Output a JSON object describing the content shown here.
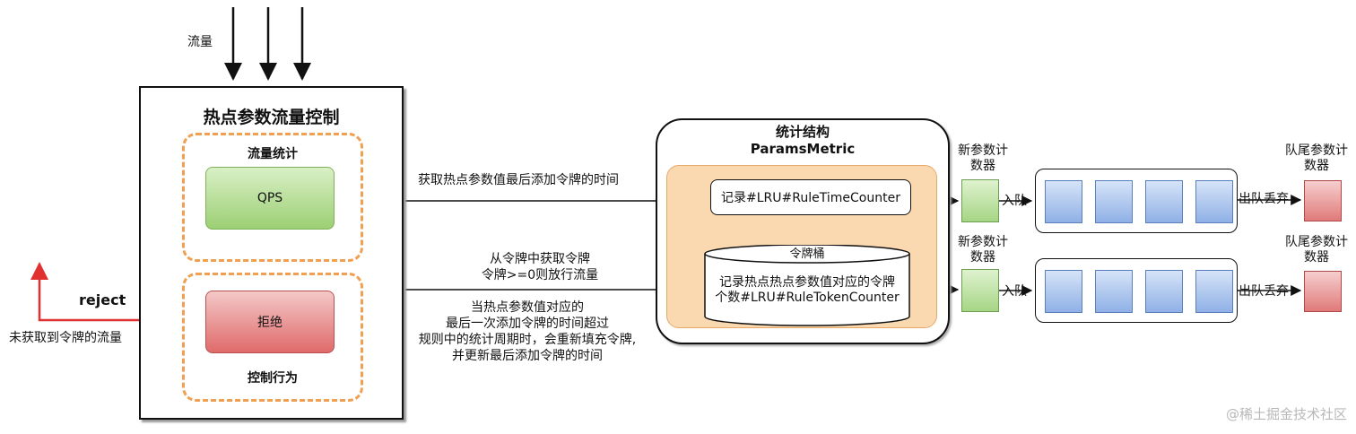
{
  "traffic_label": "流量",
  "control": {
    "title": "热点参数流量控制",
    "stats_group_title": "流量统计",
    "qps_label": "QPS",
    "reject_box_label": "拒绝",
    "behavior_group_title": "控制行为"
  },
  "reject_label": "reject",
  "unobtained_label": "未获取到令牌的流量",
  "arrow_labels": {
    "top": "获取热点参数值最后添加令牌的时间",
    "middle": [
      "从令牌中获取令牌",
      "令牌>=0则放行流量"
    ],
    "bottom": [
      "当热点参数值对应的",
      "最后一次添加令牌的时间超过",
      "规则中的统计周期时，会重新填充令牌,",
      "并更新最后添加令牌的时间"
    ]
  },
  "stats": {
    "title": "统计结构",
    "subtitle": "ParamsMetric",
    "time_counter": "记录#LRU#RuleTimeCounter",
    "bucket_label": "令牌桶",
    "token_counter": [
      "记录热点热点参数值对应的令牌",
      "个数#LRU#RuleTokenCounter"
    ]
  },
  "queue_rows": [
    {
      "new_counter": [
        "新参数计",
        "数器"
      ],
      "enqueue": "入队",
      "dequeue": "出队丢弃",
      "tail_counter": [
        "队尾参数计",
        "数器"
      ]
    },
    {
      "new_counter": [
        "新参数计",
        "数器"
      ],
      "enqueue": "入队",
      "dequeue": "出队丢弃",
      "tail_counter": [
        "队尾参数计",
        "数器"
      ]
    }
  ],
  "watermark": "@稀土掘金技术社区",
  "colors": {
    "dashed_border": "#f0a050",
    "reject_line": "#e03030",
    "orange_panel": "#fbd9b0",
    "green": "#9ccf74",
    "red": "#e06a6a",
    "blue": "#8fb0e6"
  }
}
